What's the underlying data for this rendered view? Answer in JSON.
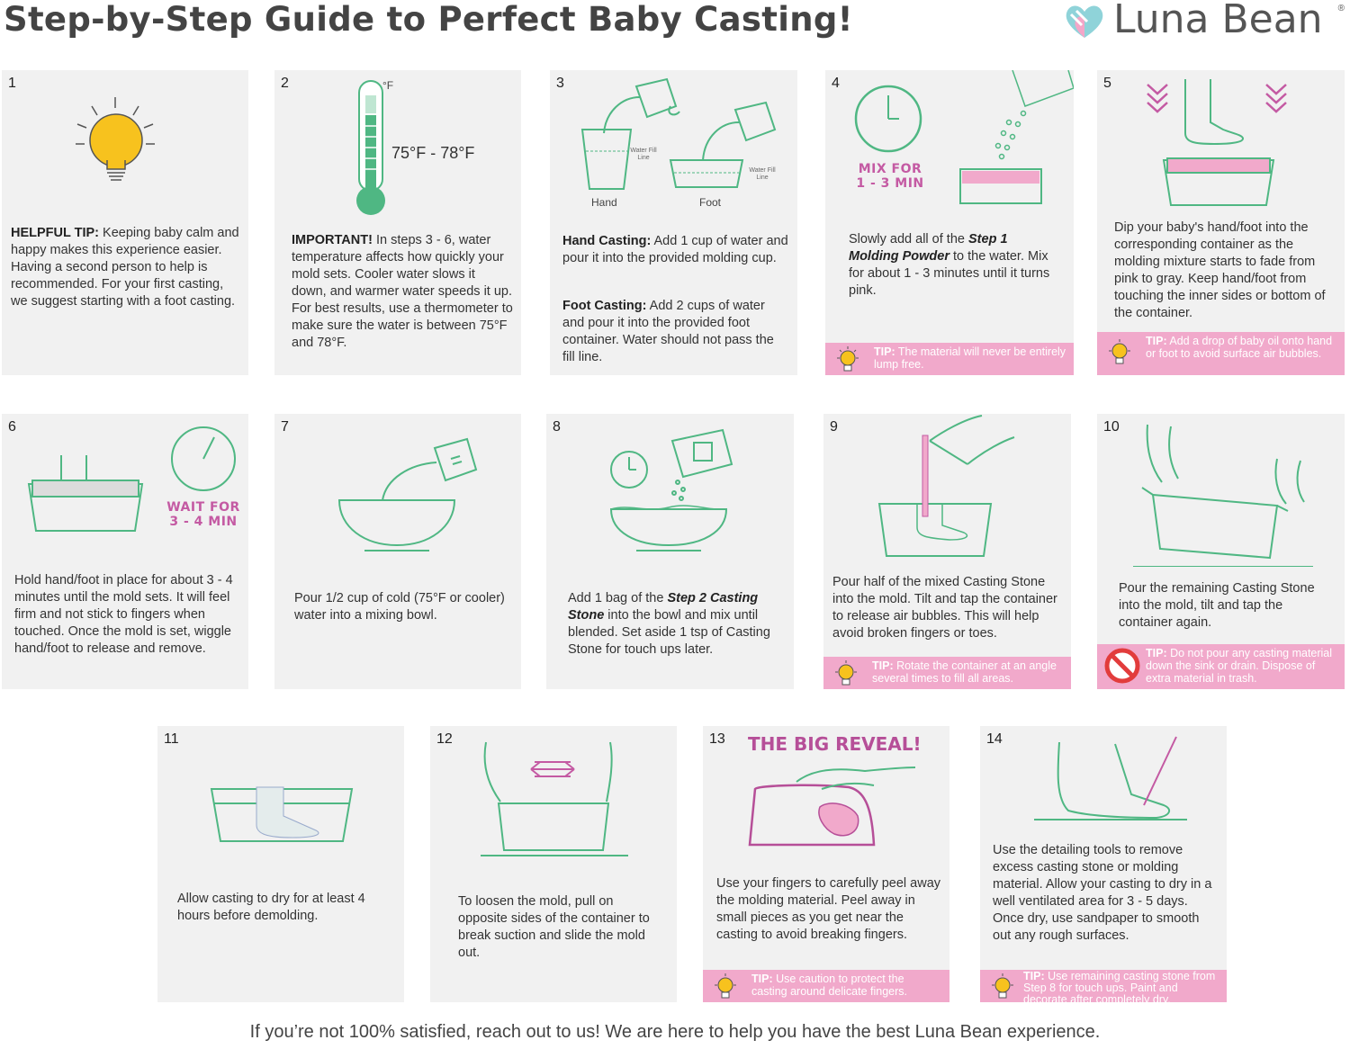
{
  "header": {
    "title": "Step-by-Step Guide to Perfect Baby Casting!",
    "logo_text": "Luna Bean",
    "logo_mark": "®"
  },
  "colors": {
    "green": "#4fb783",
    "pink": "#f1a9cb",
    "magenta": "#c45aa3",
    "card": "#f1f1f1"
  },
  "steps": [
    {
      "num": "1",
      "label": "HELPFUL TIP:",
      "text": " Keeping baby calm and happy makes this experience easier. Having a second person to help is recommended. For your first casting, we suggest starting with a foot casting."
    },
    {
      "num": "2",
      "temp": "75°F - 78°F",
      "temp_unit": "°F",
      "label": "IMPORTANT!",
      "text": " In steps 3 - 6, water temperature affects how quickly your mold sets. Cooler water slows it down, and warmer water speeds it up. For best results, use a thermometer to make sure the water is between 75°F and 78°F."
    },
    {
      "num": "3",
      "hand": "Hand",
      "foot": "Foot",
      "fill_line": "Water Fill Line",
      "label1": "Hand Casting:",
      "text1": " Add 1 cup of water and pour it into the provided molding cup.",
      "label2": "Foot Casting:",
      "text2": " Add 2 cups of water and pour it into the provided foot container. Water should not pass the fill line."
    },
    {
      "num": "4",
      "mix1": "MIX FOR",
      "mix2": "1 - 3 MIN",
      "text_a": "Slowly add all of the ",
      "em": "Step 1 Molding Powder",
      "text_b": " to the water. Mix for about 1 - 3 minutes until it turns pink.",
      "tip_label": "TIP:",
      "tip": " The material will never be entirely lump free."
    },
    {
      "num": "5",
      "text": "Dip your baby's hand/foot into the corresponding container as the molding mixture starts to fade from pink to gray. Keep hand/foot from touching the inner sides or bottom of the container.",
      "tip_label": "TIP:",
      "tip": " Add a drop of baby oil onto hand or foot to avoid surface air bubbles."
    },
    {
      "num": "6",
      "wait1": "WAIT FOR",
      "wait2": "3 - 4 MIN",
      "text": "Hold hand/foot in place for about 3 - 4 minutes until the mold sets. It will feel firm and not stick to fingers when touched. Once the mold is set, wiggle hand/foot to release and remove."
    },
    {
      "num": "7",
      "text": "Pour 1/2 cup of cold (75°F or cooler) water into a mixing bowl."
    },
    {
      "num": "8",
      "text_a": "Add 1 bag of the ",
      "em": "Step 2 Casting Stone",
      "text_b": " into the bowl and mix until blended. Set aside 1 tsp of Casting Stone for touch ups later."
    },
    {
      "num": "9",
      "text": "Pour half of the mixed Casting Stone into the mold. Tilt and tap the container to release air bubbles. This will help avoid broken fingers or toes.",
      "tip_label": "TIP:",
      "tip": " Rotate the container at an angle several times to fill all areas."
    },
    {
      "num": "10",
      "text": "Pour the remaining Casting Stone into the mold, tilt and tap the container again.",
      "tip_label": "TIP:",
      "tip": " Do not pour any casting material down the sink or drain. Dispose of extra material in trash."
    },
    {
      "num": "11",
      "text": "Allow casting to dry for at least 4 hours before demolding."
    },
    {
      "num": "12",
      "text": "To loosen the mold, pull on opposite sides of the container to break suction and slide the mold out."
    },
    {
      "num": "13",
      "heading": "THE BIG REVEAL!",
      "text": "Use your fingers to carefully peel away the molding material. Peel away in small pieces as you get near the casting to avoid breaking fingers.",
      "tip_label": "TIP:",
      "tip": " Use caution to protect the casting around delicate fingers."
    },
    {
      "num": "14",
      "text": "Use the detailing tools to remove excess casting stone or molding material. Allow your casting to dry in a well ventilated area for 3 - 5 days. Once dry, use sandpaper to smooth out any rough surfaces.",
      "tip_label": "TIP:",
      "tip": " Use remaining casting stone from Step 8 for touch ups. Paint and decorate after completely dry."
    }
  ],
  "footer": "If you’re not 100% satisfied, reach out to us! We are here to help you have the best Luna Bean experience.",
  "icons": [
    "logo-heart-hands-icon",
    "lightbulb-icon",
    "thermometer-icon",
    "clock-icon",
    "arrows-down-icon",
    "stop-icon",
    "tip-bulb-icon"
  ]
}
